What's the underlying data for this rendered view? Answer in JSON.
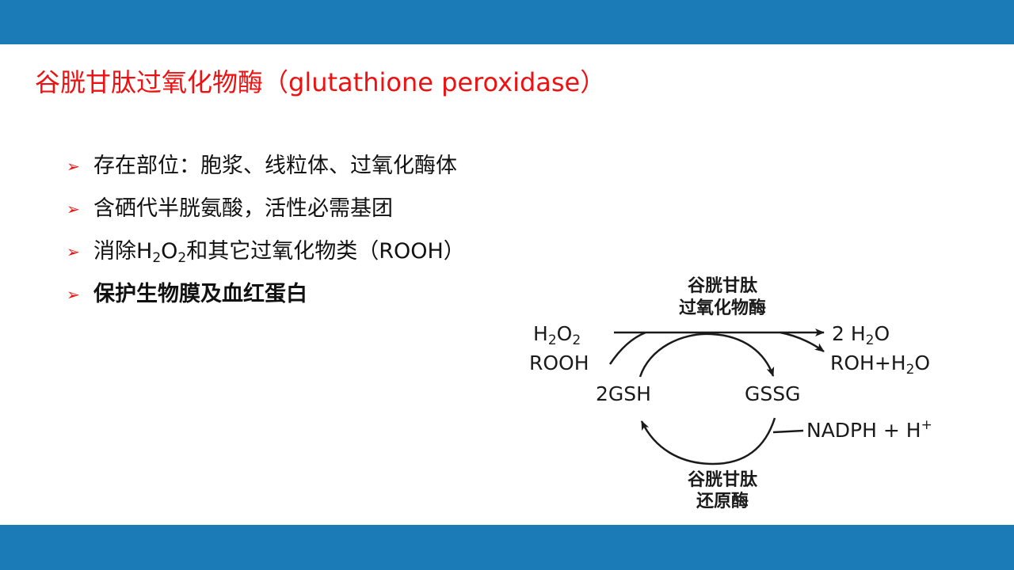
{
  "slide": {
    "title": "谷胱甘肽过氧化物酶（glutathione peroxidase）",
    "bullets": [
      {
        "text": "存在部位：胞浆、线粒体、过氧化酶体"
      },
      {
        "text": "含硒代半胱氨酸，活性必需基团"
      },
      {
        "prefix": "消除H",
        "sub1": "2",
        "mid": "O",
        "sub2": "2",
        "suffix": "和其它过氧化物类（ROOH）"
      },
      {
        "text": "保护生物膜及血红蛋白"
      }
    ]
  },
  "diagram": {
    "enzyme_top": [
      "谷胱甘肽",
      "过氧化物酶"
    ],
    "enzyme_bottom": [
      "谷胱甘肽",
      "还原酶"
    ],
    "substrate_h2o2": {
      "h": "H",
      "sub1": "2",
      "o": "O",
      "sub2": "2"
    },
    "substrate_rooh": "ROOH",
    "product_water": {
      "prefix": "2 H",
      "sub": "2",
      "suffix": "O"
    },
    "product_roh": {
      "prefix": "ROH+H",
      "sub": "2",
      "suffix": "O"
    },
    "gsh": "2GSH",
    "gssg": "GSSG",
    "nadph": {
      "text": "NADPH + H",
      "sup": "+"
    }
  },
  "icons": [
    "bullet-arrow-icon",
    "reaction-arrow-icon"
  ],
  "colors": {
    "band": "#1a7bb6",
    "title": "#ee1111",
    "bullet_marker": "#ee1111",
    "text": "#111111"
  }
}
